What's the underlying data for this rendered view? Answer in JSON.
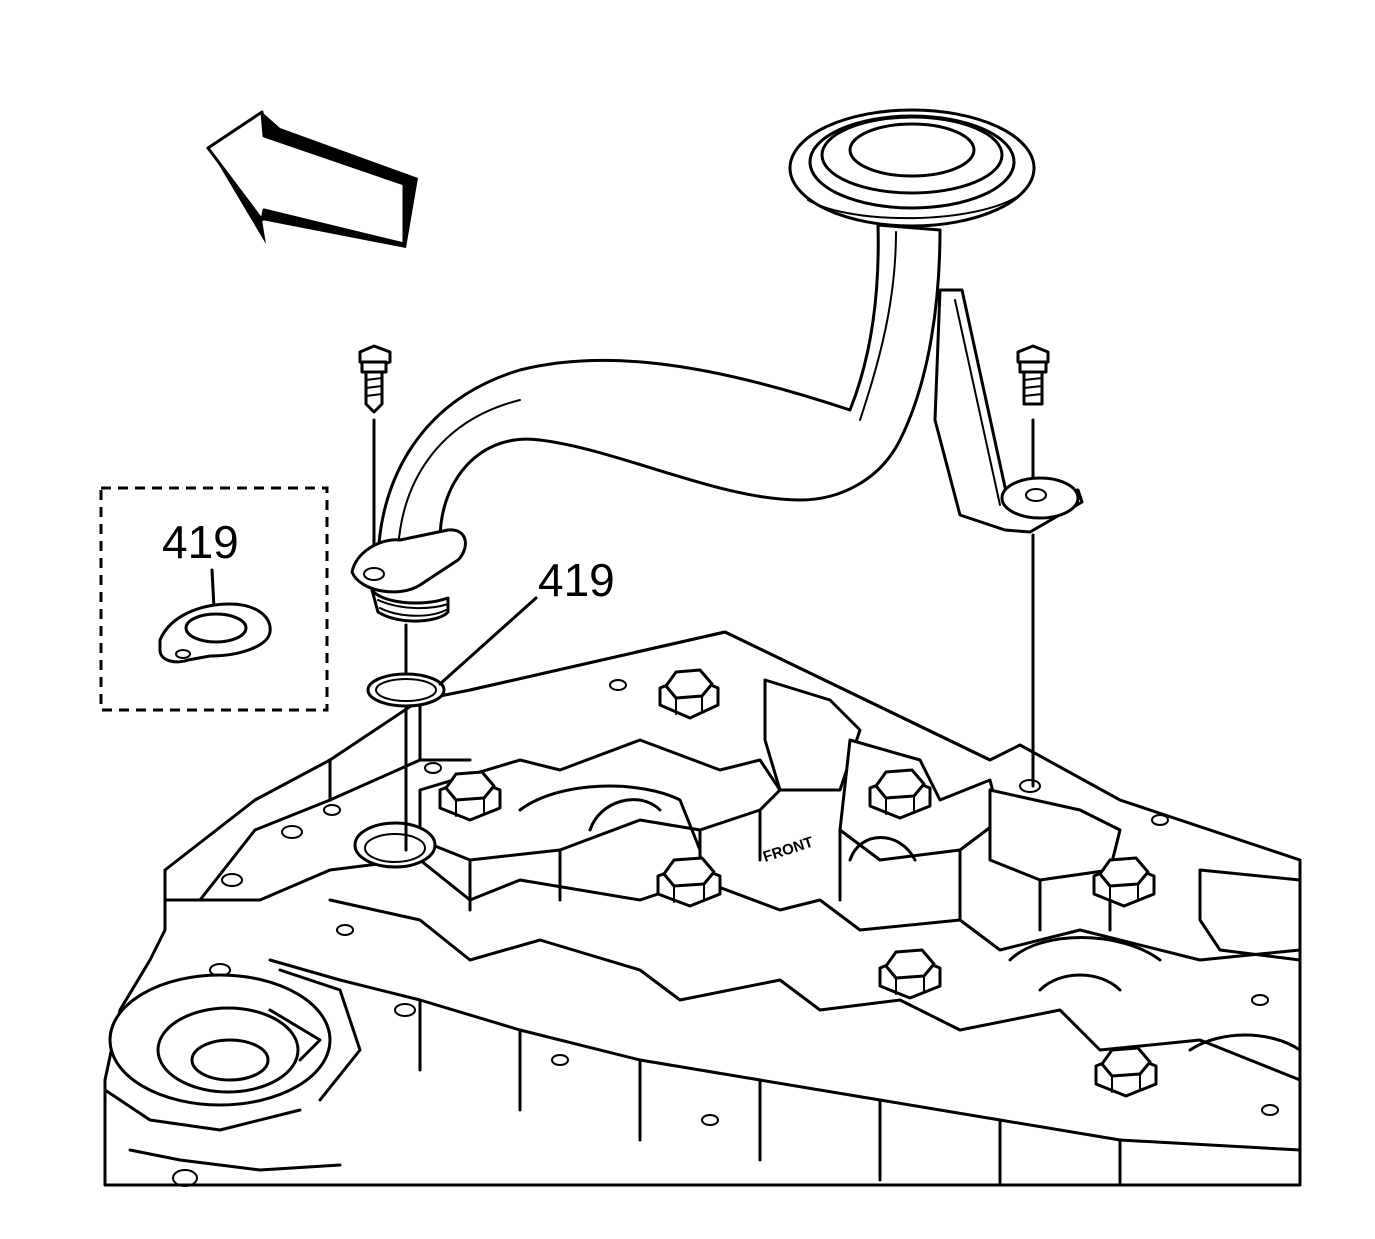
{
  "callouts": {
    "detail_label": "419",
    "part_label": "419"
  },
  "casting_stamp": "FRONT",
  "colors": {
    "line": "#000000",
    "background": "#ffffff"
  },
  "icons": {
    "direction_arrow": "front-direction-arrow-icon"
  }
}
